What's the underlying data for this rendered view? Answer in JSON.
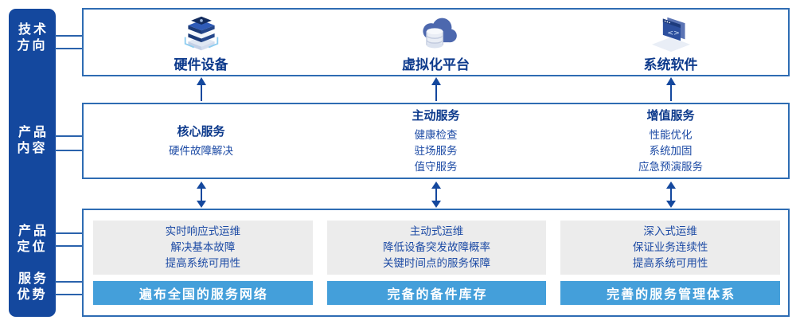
{
  "colors": {
    "rail_navy": "#14489e",
    "frame_border_blue": "#2e6cb3",
    "banner_blue": "#449fda",
    "panel_gray": "#ececec",
    "title_navy": "#0d3a8c",
    "body_blue": "#1d4ba5",
    "arrow_navy": "#14489e"
  },
  "sidebar": {
    "labels": [
      {
        "label": "技术\n方向"
      },
      {
        "label": "产品\n内容"
      },
      {
        "label": "产品\n定位"
      },
      {
        "label": "服务\n优势"
      }
    ]
  },
  "tech_row": {
    "items": [
      {
        "icon": "server-stack-icon",
        "label": "硬件设备"
      },
      {
        "icon": "cloud-database-icon",
        "label": "虚拟化平台"
      },
      {
        "icon": "code-window-icon",
        "label": "系统软件"
      }
    ]
  },
  "content_row": {
    "columns": [
      {
        "title": "核心服务",
        "items": [
          "硬件故障解决"
        ]
      },
      {
        "title": "主动服务",
        "items": [
          "健康检查",
          "驻场服务",
          "值守服务"
        ]
      },
      {
        "title": "增值服务",
        "items": [
          "性能优化",
          "系统加固",
          "应急预演服务"
        ]
      }
    ]
  },
  "bottom_row": {
    "columns": [
      {
        "positioning": [
          "实时响应式运维",
          "解决基本故障",
          "提高系统可用性"
        ],
        "advantage": "遍布全国的服务网络"
      },
      {
        "positioning": [
          "主动式运维",
          "降低设备突发故障概率",
          "关键时间点的服务保障"
        ],
        "advantage": "完备的备件库存"
      },
      {
        "positioning": [
          "深入式运维",
          "保证业务连续性",
          "提高系统可用性"
        ],
        "advantage": "完善的服务管理体系"
      }
    ]
  }
}
